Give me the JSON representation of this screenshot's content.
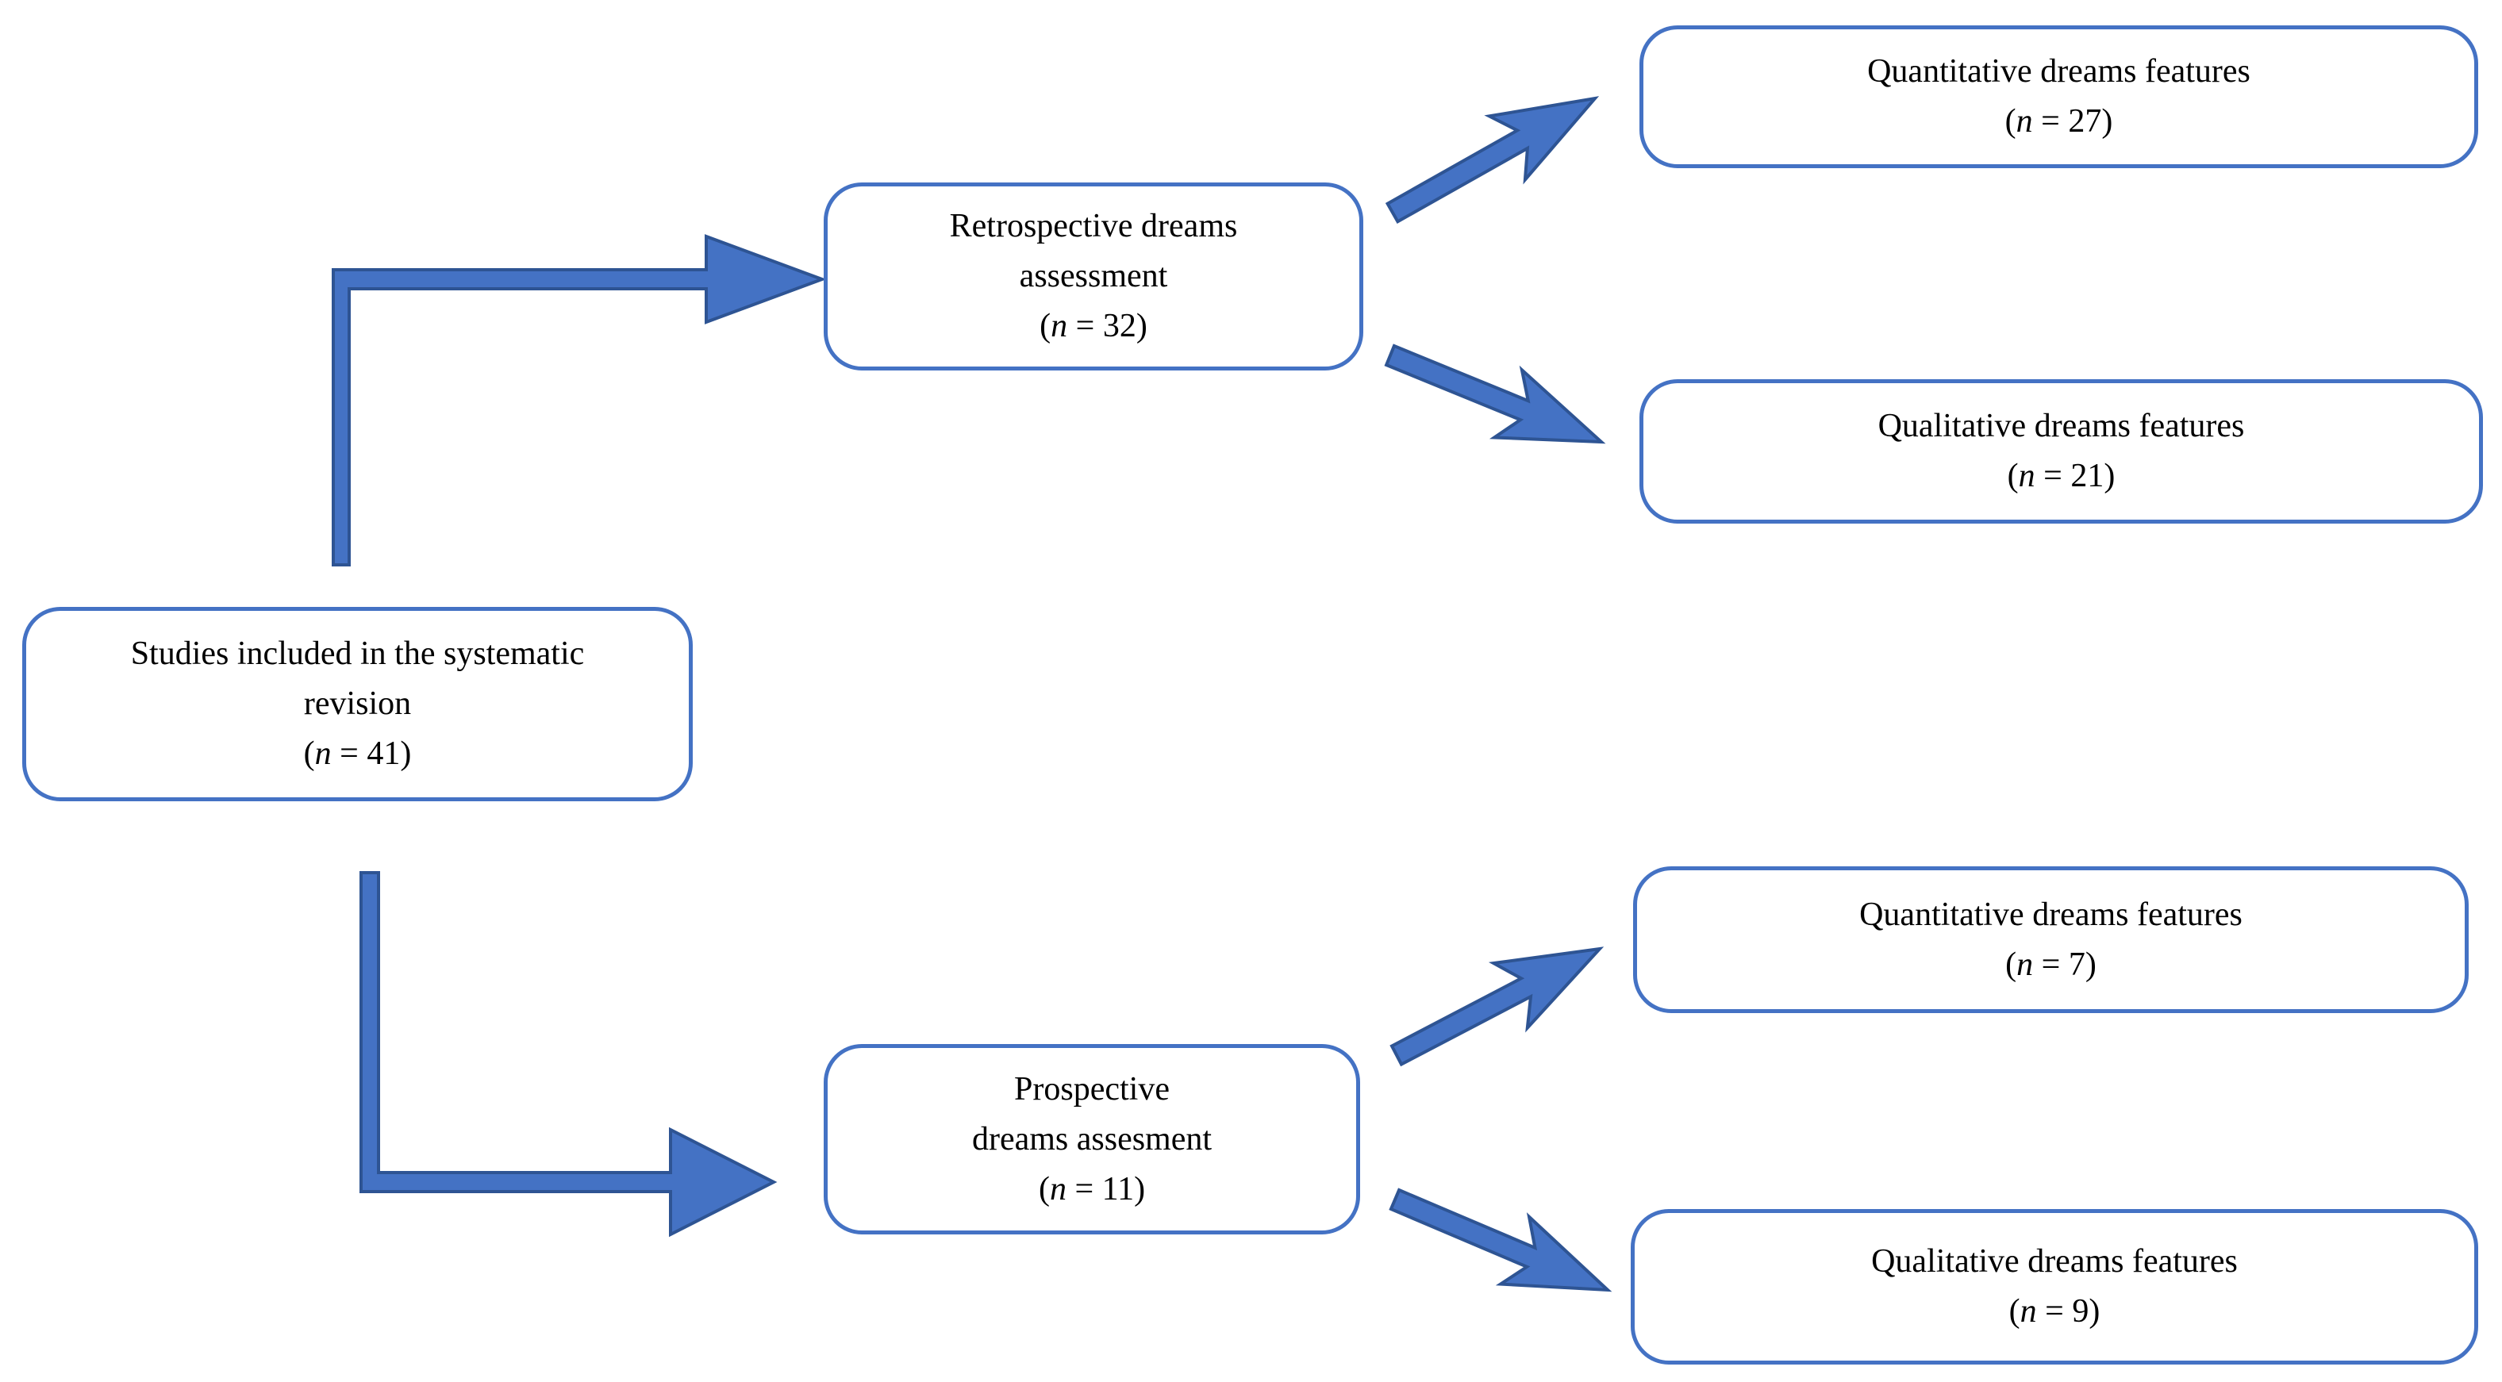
{
  "diagram": {
    "background": "#ffffff",
    "colors": {
      "box_border": "#4472c4",
      "arrow_fill": "#4472c4",
      "arrow_outline": "#2e5493",
      "text": "#000000"
    },
    "nodes": {
      "root": {
        "line1": "Studies included in the systematic",
        "line2": "revision",
        "count_open": "(",
        "count_var": "n",
        "count_rest": " = 41)"
      },
      "retrospective": {
        "line1": "Retrospective dreams",
        "line2": "assessment",
        "count_open": "(",
        "count_var": "n",
        "count_rest": " = 32)"
      },
      "prospective": {
        "line1": "Prospective",
        "line2": "dreams assesment",
        "count_open": "(",
        "count_var": "n",
        "count_rest": " = 11)"
      },
      "retro_quantitative": {
        "line1": "Quantitative dreams features",
        "line2": "",
        "count_open": "(",
        "count_var": "n",
        "count_rest": " = 27)"
      },
      "retro_qualitative": {
        "line1": "Qualitative dreams features",
        "line2": "",
        "count_open": "(",
        "count_var": "n",
        "count_rest": " = 21)"
      },
      "pros_quantitative": {
        "line1": "Quantitative dreams features",
        "line2": "",
        "count_open": "(",
        "count_var": "n",
        "count_rest": " = 7)"
      },
      "pros_qualitative": {
        "line1": "Qualitative dreams features",
        "line2": "",
        "count_open": "(",
        "count_var": "n",
        "count_rest": " = 9)"
      }
    },
    "edges": [
      {
        "from": "root",
        "to": "retrospective"
      },
      {
        "from": "root",
        "to": "prospective"
      },
      {
        "from": "retrospective",
        "to": "retro_quantitative"
      },
      {
        "from": "retrospective",
        "to": "retro_qualitative"
      },
      {
        "from": "prospective",
        "to": "pros_quantitative"
      },
      {
        "from": "prospective",
        "to": "pros_qualitative"
      }
    ]
  }
}
